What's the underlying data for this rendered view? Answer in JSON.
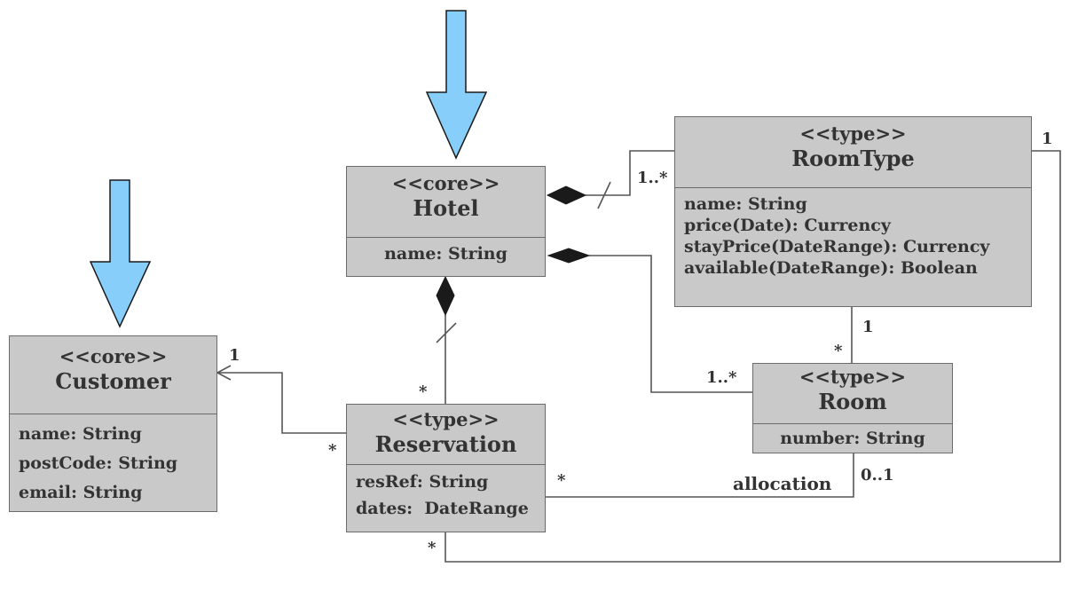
{
  "colors": {
    "arrow_fill": "#87CEFA",
    "arrow_stroke": "#1a1a1a",
    "class_fill": "#c9c9c9",
    "line": "#555555"
  },
  "classes": {
    "hotel": {
      "stereotype": "<<core>>",
      "name": "Hotel",
      "attributes": [
        "name: String"
      ]
    },
    "customer": {
      "stereotype": "<<core>>",
      "name": "Customer",
      "attributes": [
        "name: String",
        "postCode: String",
        "email: String"
      ]
    },
    "roomtype": {
      "stereotype": "<<type>>",
      "name": "RoomType",
      "attributes": [
        "name: String",
        "price(Date): Currency",
        "stayPrice(DateRange): Currency",
        "available(DateRange): Boolean"
      ]
    },
    "room": {
      "stereotype": "<<type>>",
      "name": "Room",
      "attributes": [
        "number: String"
      ]
    },
    "reservation": {
      "stereotype": "<<type>>",
      "name": "Reservation",
      "attributes": [
        "resRef: String",
        "dates:  DateRange"
      ]
    }
  },
  "labels": {
    "hotel_roomtype_mult": "1..*",
    "roomtype_right_mult": "1",
    "roomtype_room_one": "1",
    "roomtype_room_star": "*",
    "hotel_room_mult": "1..*",
    "hotel_res_star": "*",
    "customer_one": "1",
    "customer_res_star": "*",
    "allocation": "allocation",
    "res_alloc_star": "*",
    "room_alloc_mult": "0..1",
    "res_bottom_star": "*"
  }
}
